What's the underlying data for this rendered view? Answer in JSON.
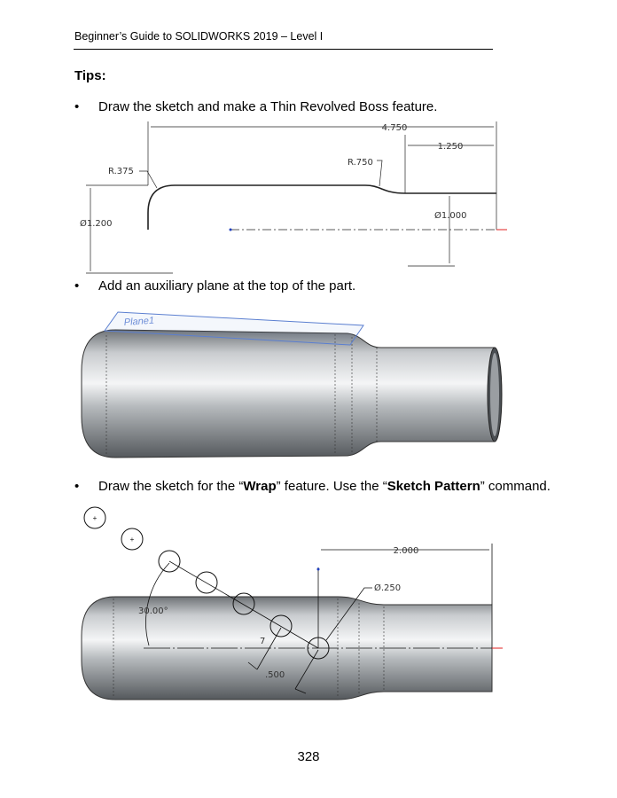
{
  "header": {
    "title": "Beginner’s Guide to SOLIDWORKS 2019 – Level I"
  },
  "tips_heading": "Tips:",
  "bullets": [
    {
      "text": "Draw the sketch and make a Thin Revolved Boss feature."
    },
    {
      "text": "Add an auxiliary plane at the top of the part."
    },
    {
      "pre": "Draw the sketch for the “",
      "b1": "Wrap",
      "mid": "” feature. Use the “",
      "b2": "Sketch Pattern",
      "post": "” command."
    }
  ],
  "sketch1": {
    "dim_length": "4.750",
    "dim_step": "1.250",
    "dim_r_small": "R.375",
    "dim_r_large": "R.750",
    "dim_dia_large": "Ø1.200",
    "dim_dia_small": "Ø1.000"
  },
  "model1": {
    "plane_label": "Plane1"
  },
  "sketch2": {
    "dim_length": "2.000",
    "dim_dia": "Ø.250",
    "dim_angle": "30.00°",
    "dim_count": "7",
    "dim_spacing": ".500"
  },
  "page_number": "328"
}
